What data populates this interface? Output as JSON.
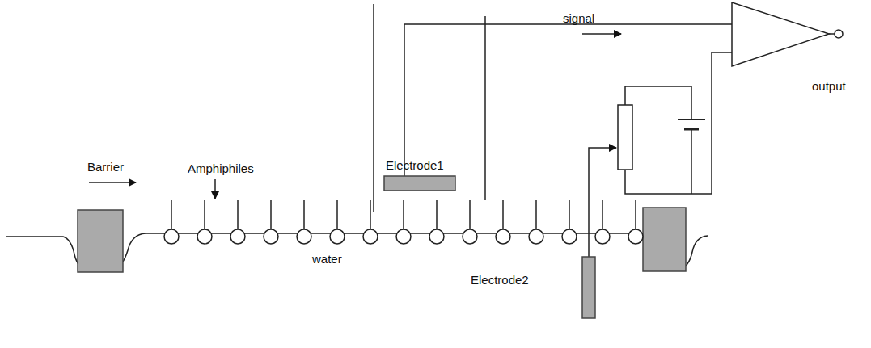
{
  "diagram": {
    "labels": [
      "Barrier",
      "Amphiphiles",
      "Electrode1",
      "signal",
      "output",
      "water",
      "Electrode2"
    ]
  }
}
